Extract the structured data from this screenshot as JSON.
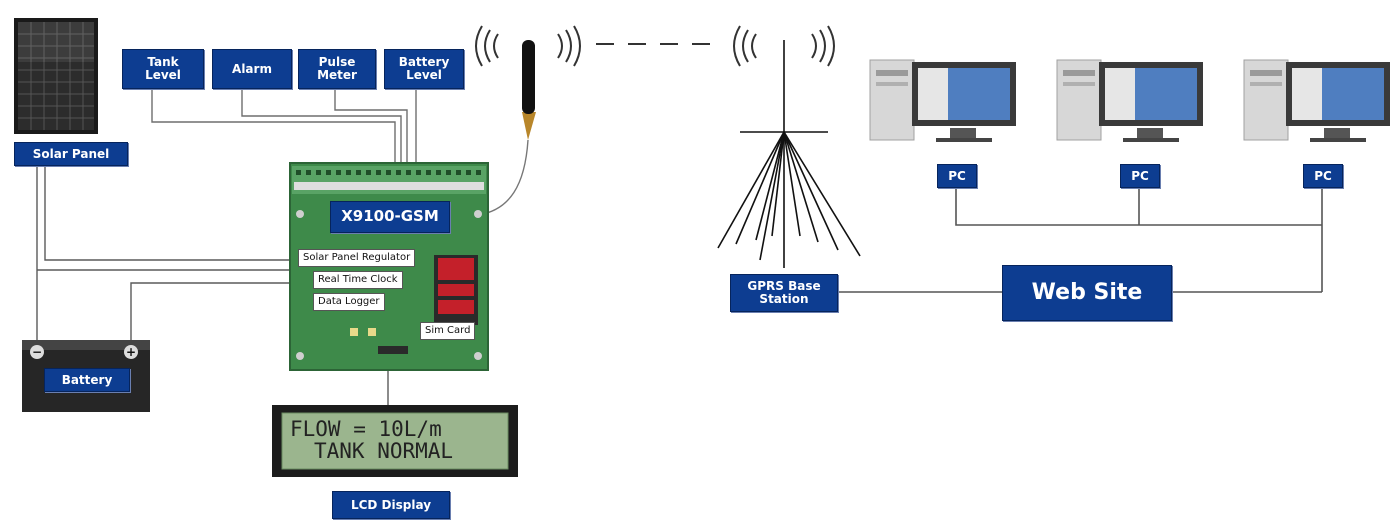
{
  "labels": {
    "solar_panel": "Solar Panel",
    "tank_level": "Tank\nLevel",
    "alarm": "Alarm",
    "pulse_meter": "Pulse\nMeter",
    "battery_level": "Battery\nLevel",
    "device_model": "X9100-GSM",
    "solar_panel_regulator": "Solar Panel Regulator",
    "real_time_clock": "Real Time Clock",
    "data_logger": "Data Logger",
    "sim_card": "Sim Card",
    "battery": "Battery",
    "lcd_display": "LCD Display",
    "gprs_base_station": "GPRS Base\nStation",
    "web_site": "Web Site",
    "pc_1": "PC",
    "pc_2": "PC",
    "pc_3": "PC"
  },
  "lcd": {
    "line1": "FLOW = 10L/m",
    "line2": "TANK NORMAL"
  },
  "colors": {
    "label_blue": "#0d3d91",
    "pcb_green": "#3e8a4a",
    "lcd_green": "#9bb58e",
    "wire": "#6e6e6e"
  }
}
